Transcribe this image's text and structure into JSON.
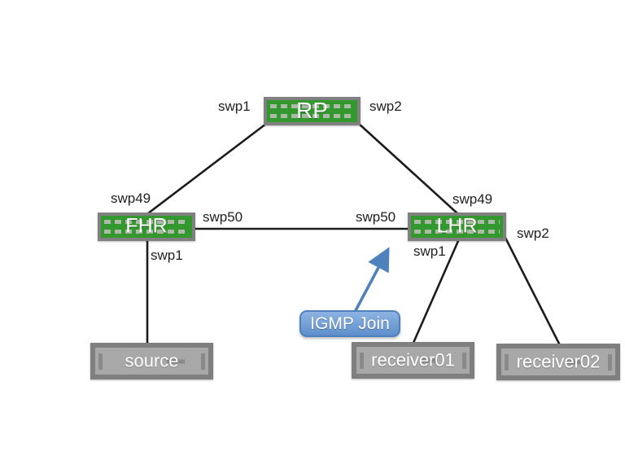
{
  "diagram": {
    "nodes": {
      "rp": {
        "label": "RP",
        "type": "switch"
      },
      "fhr": {
        "label": "FHR",
        "type": "switch"
      },
      "lhr": {
        "label": "LHR",
        "type": "switch"
      },
      "source": {
        "label": "source",
        "type": "server"
      },
      "receiver01": {
        "label": "receiver01",
        "type": "server"
      },
      "receiver02": {
        "label": "receiver02",
        "type": "server"
      }
    },
    "ports": {
      "rp_swp1": "swp1",
      "rp_swp2": "swp2",
      "fhr_swp49": "swp49",
      "fhr_swp50": "swp50",
      "fhr_swp1": "swp1",
      "lhr_swp49": "swp49",
      "lhr_swp50": "swp50",
      "lhr_swp1": "swp1",
      "lhr_swp2": "swp2"
    },
    "links": [
      {
        "from": "rp",
        "to": "fhr"
      },
      {
        "from": "rp",
        "to": "lhr"
      },
      {
        "from": "fhr",
        "to": "lhr"
      },
      {
        "from": "fhr",
        "to": "source"
      },
      {
        "from": "lhr",
        "to": "receiver01"
      },
      {
        "from": "lhr",
        "to": "receiver02"
      }
    ],
    "annotation": {
      "igmp_join": "IGMP Join"
    },
    "colors": {
      "switch_green": "#33992e",
      "switch_frame": "#808080",
      "switch_dash": "#b3bcae",
      "server_fill": "#a8a8a8",
      "server_frame": "#7f7f7f",
      "server_accent": "#8a8a8a",
      "link_line": "#1c1c1c",
      "arrow_blue": "#4f81bd",
      "igmp_top": "#8db3e2",
      "igmp_bottom": "#5e8fcb",
      "igmp_border": "#4f81bd",
      "port_text": "#1f1f1f",
      "node_text": "#ffffff"
    }
  }
}
